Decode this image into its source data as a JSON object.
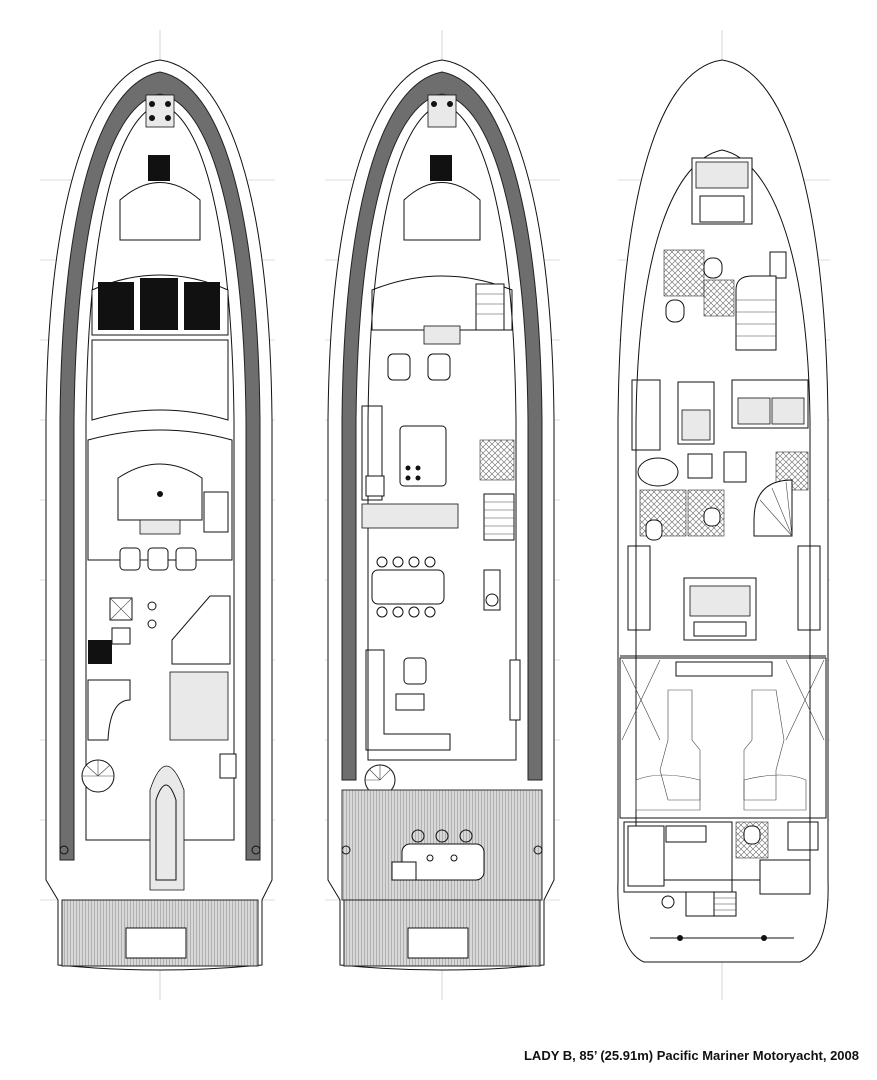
{
  "caption": "LADY B, 85’ (25.91m) Pacific Mariner Motoryacht, 2008",
  "views": [
    {
      "id": "flybridge"
    },
    {
      "id": "main-deck"
    },
    {
      "id": "lower-deck"
    }
  ]
}
